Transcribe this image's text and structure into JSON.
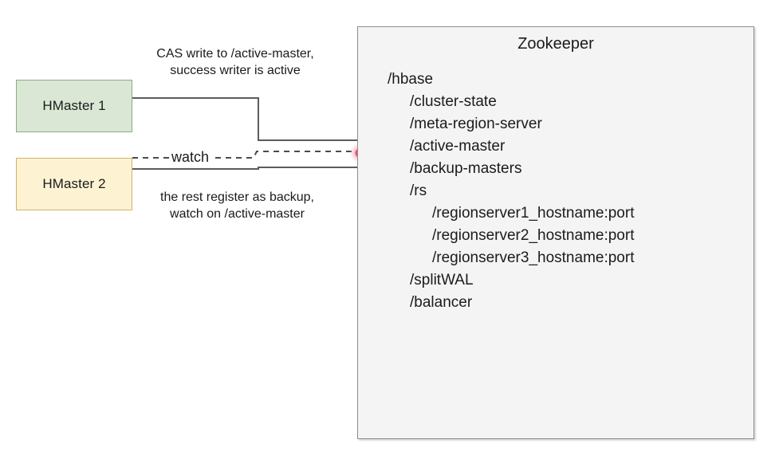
{
  "diagram": {
    "title_hidden": "",
    "nodes": {
      "hmaster1": {
        "label": "HMaster 1",
        "fill": "#d9e7d4",
        "stroke": "#8cac84"
      },
      "hmaster2": {
        "label": "HMaster 2",
        "fill": "#fdf3d2",
        "stroke": "#cfb368"
      },
      "zookeeper": {
        "label": "Zookeeper",
        "fill": "#f4f4f4",
        "stroke": "#8d8d8d"
      }
    },
    "captions": {
      "cas_write": "CAS write to /active-master,\nsuccess writer is active",
      "backup_register": "the rest register as backup,\nwatch on /active-master",
      "watch_label": "watch"
    },
    "znodes": [
      {
        "path": "/hbase",
        "level": 1
      },
      {
        "path": "/cluster-state",
        "level": 2
      },
      {
        "path": "/meta-region-server",
        "level": 2
      },
      {
        "path": "/active-master",
        "level": 2
      },
      {
        "path": "/backup-masters",
        "level": 2
      },
      {
        "path": "/rs",
        "level": 2
      },
      {
        "path": "/regionserver1_hostname:port",
        "level": 3
      },
      {
        "path": "/regionserver2_hostname:port",
        "level": 3
      },
      {
        "path": "/regionserver3_hostname:port",
        "level": 3
      },
      {
        "path": "/splitWAL",
        "level": 2
      },
      {
        "path": "/balancer",
        "level": 2
      }
    ],
    "markers": {
      "watch_dot_color": "#e8486b",
      "wire_color": "#5c5c5c",
      "arrow_color": "#111111"
    }
  }
}
